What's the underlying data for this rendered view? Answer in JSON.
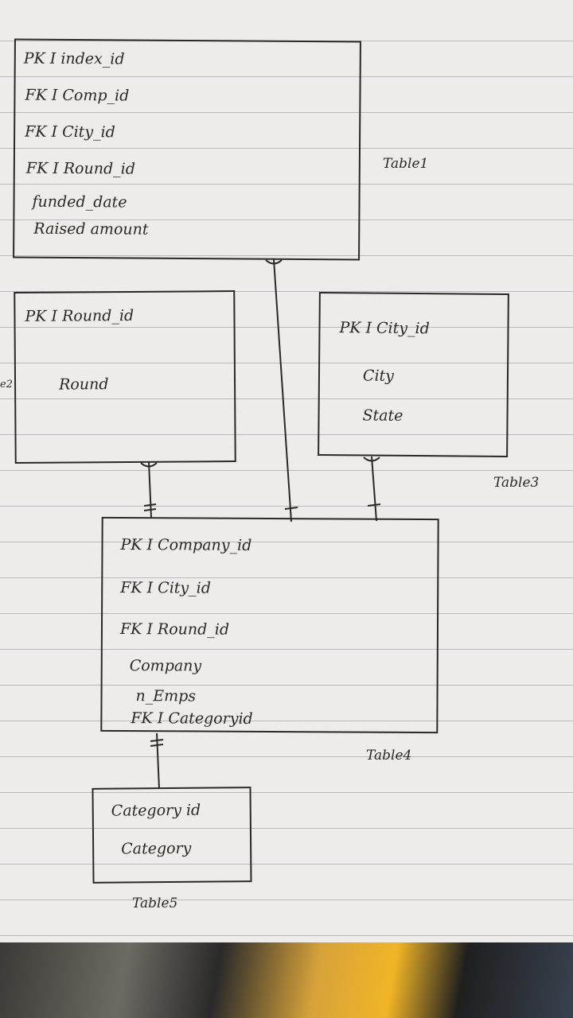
{
  "tables": {
    "table1": {
      "label": "Table1",
      "rows": [
        "PK I index_id",
        "FK I Comp_id",
        "FK I City_id",
        "FK I Round_id",
        "funded_date",
        "Raised amount"
      ]
    },
    "round": {
      "rows": [
        "PK I Round_id",
        "Round"
      ]
    },
    "city": {
      "label": "Table3",
      "rows": [
        "PK I City_id",
        "City",
        "State"
      ]
    },
    "company": {
      "label": "Table4",
      "rows": [
        "PK I Company_id",
        "FK I City_id",
        "FK I Round_id",
        "Company",
        "n_Emps",
        "FK I Categoryid"
      ]
    },
    "category": {
      "label": "Table5",
      "rows": [
        "Category id",
        "Category"
      ]
    }
  },
  "margin_fragment": "e2"
}
